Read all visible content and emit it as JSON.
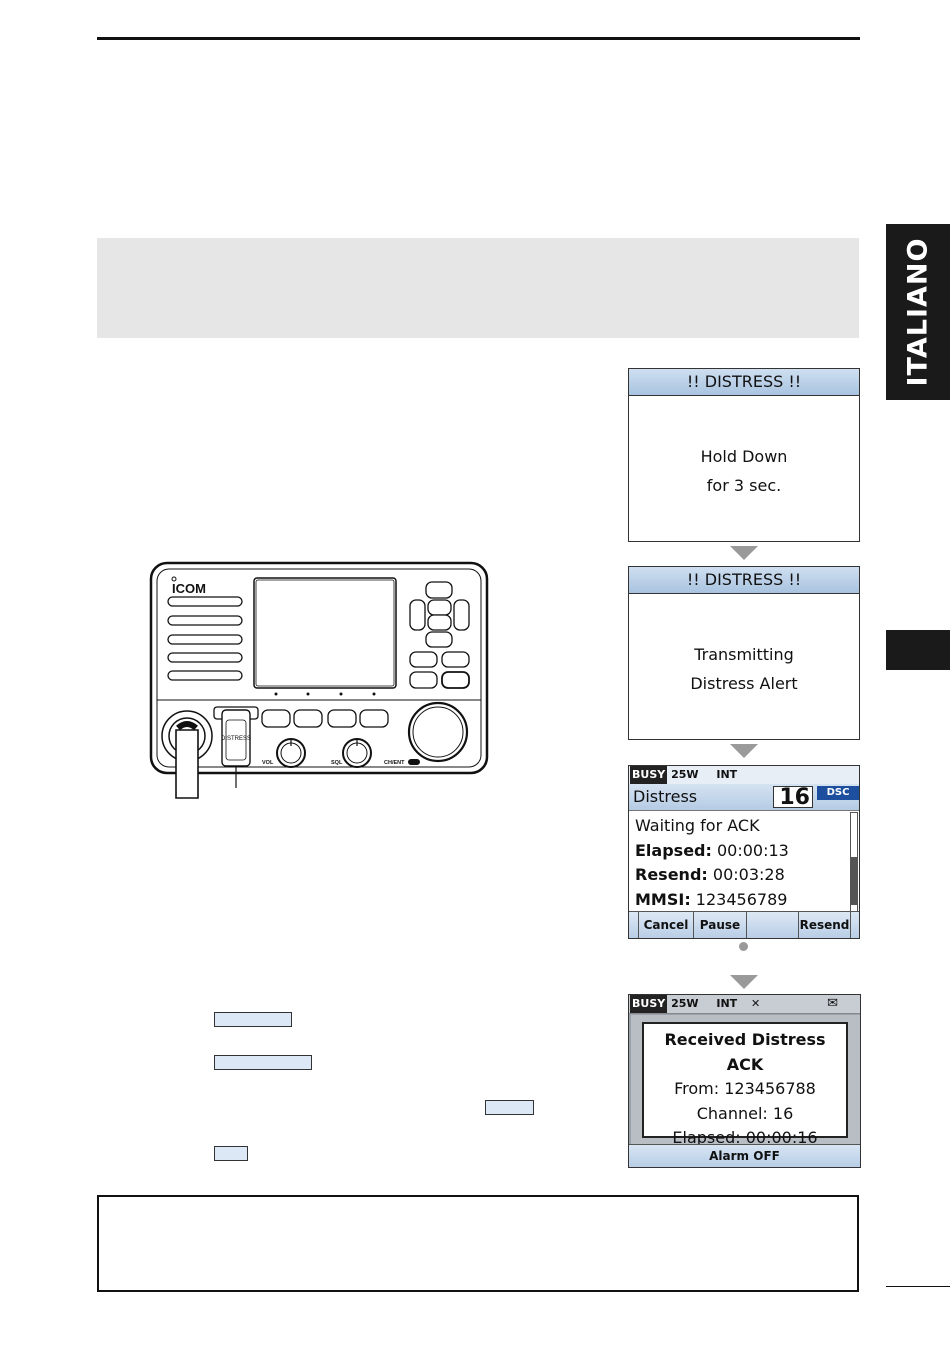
{
  "side_tab": {
    "language": "ITALIANO"
  },
  "screen1": {
    "header": "!! DISTRESS !!",
    "line1": "Hold Down",
    "line2": "for 3 sec."
  },
  "screen2": {
    "header": "!! DISTRESS !!",
    "line1": "Transmitting",
    "line2": "Distress Alert"
  },
  "screen3": {
    "status": {
      "busy": "BUSY",
      "power": "25W",
      "mode": "INT"
    },
    "title": "Distress",
    "channel": "16",
    "badge": "DSC",
    "lines": [
      {
        "label": "",
        "value": "Waiting for ACK"
      },
      {
        "label": "Elapsed:",
        "value": " 00:00:13"
      },
      {
        "label": "Resend:",
        "value": " 00:03:28"
      },
      {
        "label": "MMSI:",
        "value": " 123456789"
      }
    ],
    "softkeys": [
      "Cancel",
      "Pause",
      "",
      "Resend"
    ]
  },
  "screen4": {
    "status": {
      "busy": "BUSY",
      "power": "25W",
      "mode": "INT"
    },
    "popup": {
      "title": "Received Distress ACK",
      "from": "From: 123456788",
      "channel": "Channel: 16",
      "elapsed": "Elapsed: 00:00:16"
    },
    "softkey": "Alarm OFF"
  },
  "radio": {
    "brand": "ICOM",
    "distress_label": "DISTRESS",
    "vol_label": "VOL",
    "sql_label": "SQL",
    "ch_label": "CH/ENT"
  }
}
